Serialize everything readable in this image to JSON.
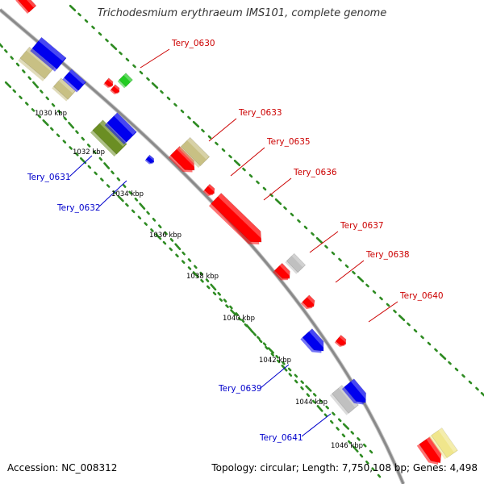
{
  "title": "Trichodesmium erythraeum IMS101, complete genome",
  "footer": {
    "accession": "Accession: NC_008312",
    "summary": "Topology: circular; Length: 7,750,108 bp; Genes: 4,498"
  },
  "colors": {
    "backbone": "#8a8a8a",
    "tick_dots": "#2e8b22",
    "label_red": "#cc0000",
    "label_blue": "#0000cc",
    "kbp_text": "#000000"
  },
  "scale_labels": [
    {
      "text": "1030 kbp"
    },
    {
      "text": "1032 kbp"
    },
    {
      "text": "1034 kbp"
    },
    {
      "text": "1036 kbp"
    },
    {
      "text": "1038 kbp"
    },
    {
      "text": "1040 kbp"
    },
    {
      "text": "1042 kbp"
    },
    {
      "text": "1044 kbp"
    },
    {
      "text": "1046 kbp"
    }
  ],
  "gene_labels": [
    {
      "text": "Tery_0630",
      "strand": "plus"
    },
    {
      "text": "Tery_0633",
      "strand": "plus"
    },
    {
      "text": "Tery_0635",
      "strand": "plus"
    },
    {
      "text": "Tery_0636",
      "strand": "plus"
    },
    {
      "text": "Tery_0637",
      "strand": "plus"
    },
    {
      "text": "Tery_0638",
      "strand": "plus"
    },
    {
      "text": "Tery_0640",
      "strand": "plus"
    },
    {
      "text": "Tery_0631",
      "strand": "minus"
    },
    {
      "text": "Tery_0632",
      "strand": "minus"
    },
    {
      "text": "Tery_0639",
      "strand": "minus"
    },
    {
      "text": "Tery_0641",
      "strand": "minus"
    }
  ],
  "features": [
    {
      "color": "#ff0000"
    },
    {
      "color": "#c8c084"
    },
    {
      "color": "#0000ee"
    },
    {
      "color": "#c8c084"
    },
    {
      "color": "#0000ee"
    },
    {
      "color": "#ff0000"
    },
    {
      "color": "#ff0000"
    },
    {
      "color": "#22cc22"
    },
    {
      "color": "#6b8e23"
    },
    {
      "color": "#0000ee"
    },
    {
      "color": "#0000ee"
    },
    {
      "color": "#ff0000"
    },
    {
      "color": "#c8c084"
    },
    {
      "color": "#ff0000"
    },
    {
      "color": "#ff0000"
    },
    {
      "color": "#ff0000"
    },
    {
      "color": "#c0c0c0"
    },
    {
      "color": "#ff0000"
    },
    {
      "color": "#0000ee"
    },
    {
      "color": "#ff0000"
    },
    {
      "color": "#c0c0c0"
    },
    {
      "color": "#0000ee"
    },
    {
      "color": "#ff0000"
    },
    {
      "color": "#f0e68c"
    }
  ]
}
